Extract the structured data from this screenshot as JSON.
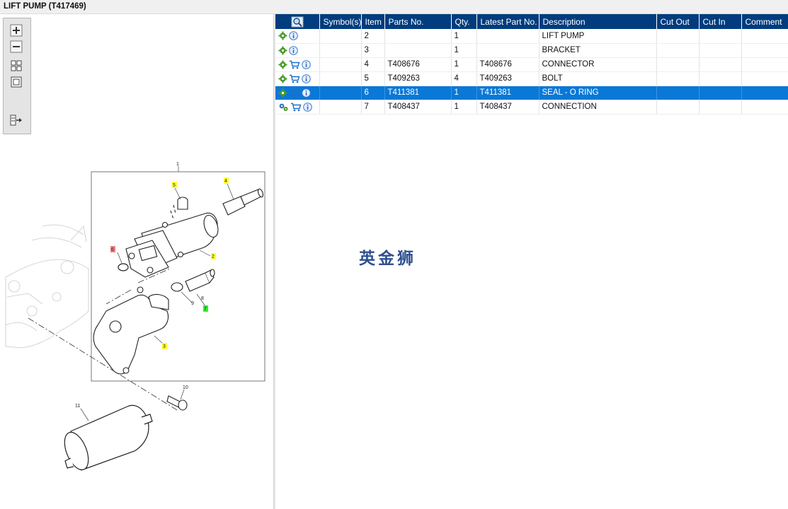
{
  "window": {
    "title": "LIFT PUMP (T417469)"
  },
  "zoom_toolbar": {
    "buttons": [
      {
        "name": "zoom-in",
        "icon": "zoom-in-icon"
      },
      {
        "name": "zoom-out",
        "icon": "zoom-out-icon"
      },
      {
        "name": "fit-all",
        "icon": "fit-all-icon"
      },
      {
        "name": "actual-size",
        "icon": "actual-size-icon"
      },
      {
        "name": "panel-toggle",
        "icon": "panel-toggle-icon"
      }
    ]
  },
  "diagram": {
    "callouts": [
      "1",
      "2",
      "3",
      "4",
      "5",
      "6",
      "7",
      "8",
      "9",
      "10",
      "11"
    ],
    "highlighted_callouts": {
      "yellow": [
        "2",
        "3",
        "4",
        "5"
      ],
      "red": [
        "6"
      ],
      "green": [
        "7"
      ]
    }
  },
  "table": {
    "columns": [
      "",
      "Symbol(s)",
      "Item",
      "Parts No.",
      "Qty.",
      "Latest Part No.",
      "Description",
      "Cut Out",
      "Cut In",
      "Comment"
    ],
    "rows": [
      {
        "icons": [
          "gear-icon",
          "info-icon"
        ],
        "symbols": "",
        "item": "2",
        "part_no": "",
        "qty": "1",
        "latest_part_no": "",
        "description": "LIFT PUMP",
        "cut_out": "",
        "cut_in": "",
        "comment": ""
      },
      {
        "icons": [
          "gear-icon",
          "info-icon"
        ],
        "symbols": "",
        "item": "3",
        "part_no": "",
        "qty": "1",
        "latest_part_no": "",
        "description": "BRACKET",
        "cut_out": "",
        "cut_in": "",
        "comment": ""
      },
      {
        "icons": [
          "gear-icon",
          "cart-icon",
          "info-icon"
        ],
        "symbols": "",
        "item": "4",
        "part_no": "T408676",
        "qty": "1",
        "latest_part_no": "T408676",
        "description": "CONNECTOR",
        "cut_out": "",
        "cut_in": "",
        "comment": ""
      },
      {
        "icons": [
          "gear-icon",
          "cart-icon",
          "info-icon"
        ],
        "symbols": "",
        "item": "5",
        "part_no": "T409263",
        "qty": "4",
        "latest_part_no": "T409263",
        "description": "BOLT",
        "cut_out": "",
        "cut_in": "",
        "comment": ""
      },
      {
        "icons": [
          "gear-icon",
          "cart-icon",
          "info-icon"
        ],
        "symbols": "",
        "item": "6",
        "part_no": "T411381",
        "qty": "1",
        "latest_part_no": "T411381",
        "description": "SEAL - O RING",
        "cut_out": "",
        "cut_in": "",
        "comment": "",
        "selected": true
      },
      {
        "icons": [
          "gears-icon",
          "cart-icon",
          "info-icon"
        ],
        "symbols": "",
        "item": "7",
        "part_no": "T408437",
        "qty": "1",
        "latest_part_no": "T408437",
        "description": "CONNECTION",
        "cut_out": "",
        "cut_in": "",
        "comment": ""
      }
    ]
  },
  "watermark": {
    "text": "英金狮"
  },
  "colors": {
    "header_bg": "#003c7e",
    "selected_row": "#0a78d7",
    "gear_green": "#4a9a2c",
    "info_blue": "#3a7bd5"
  }
}
